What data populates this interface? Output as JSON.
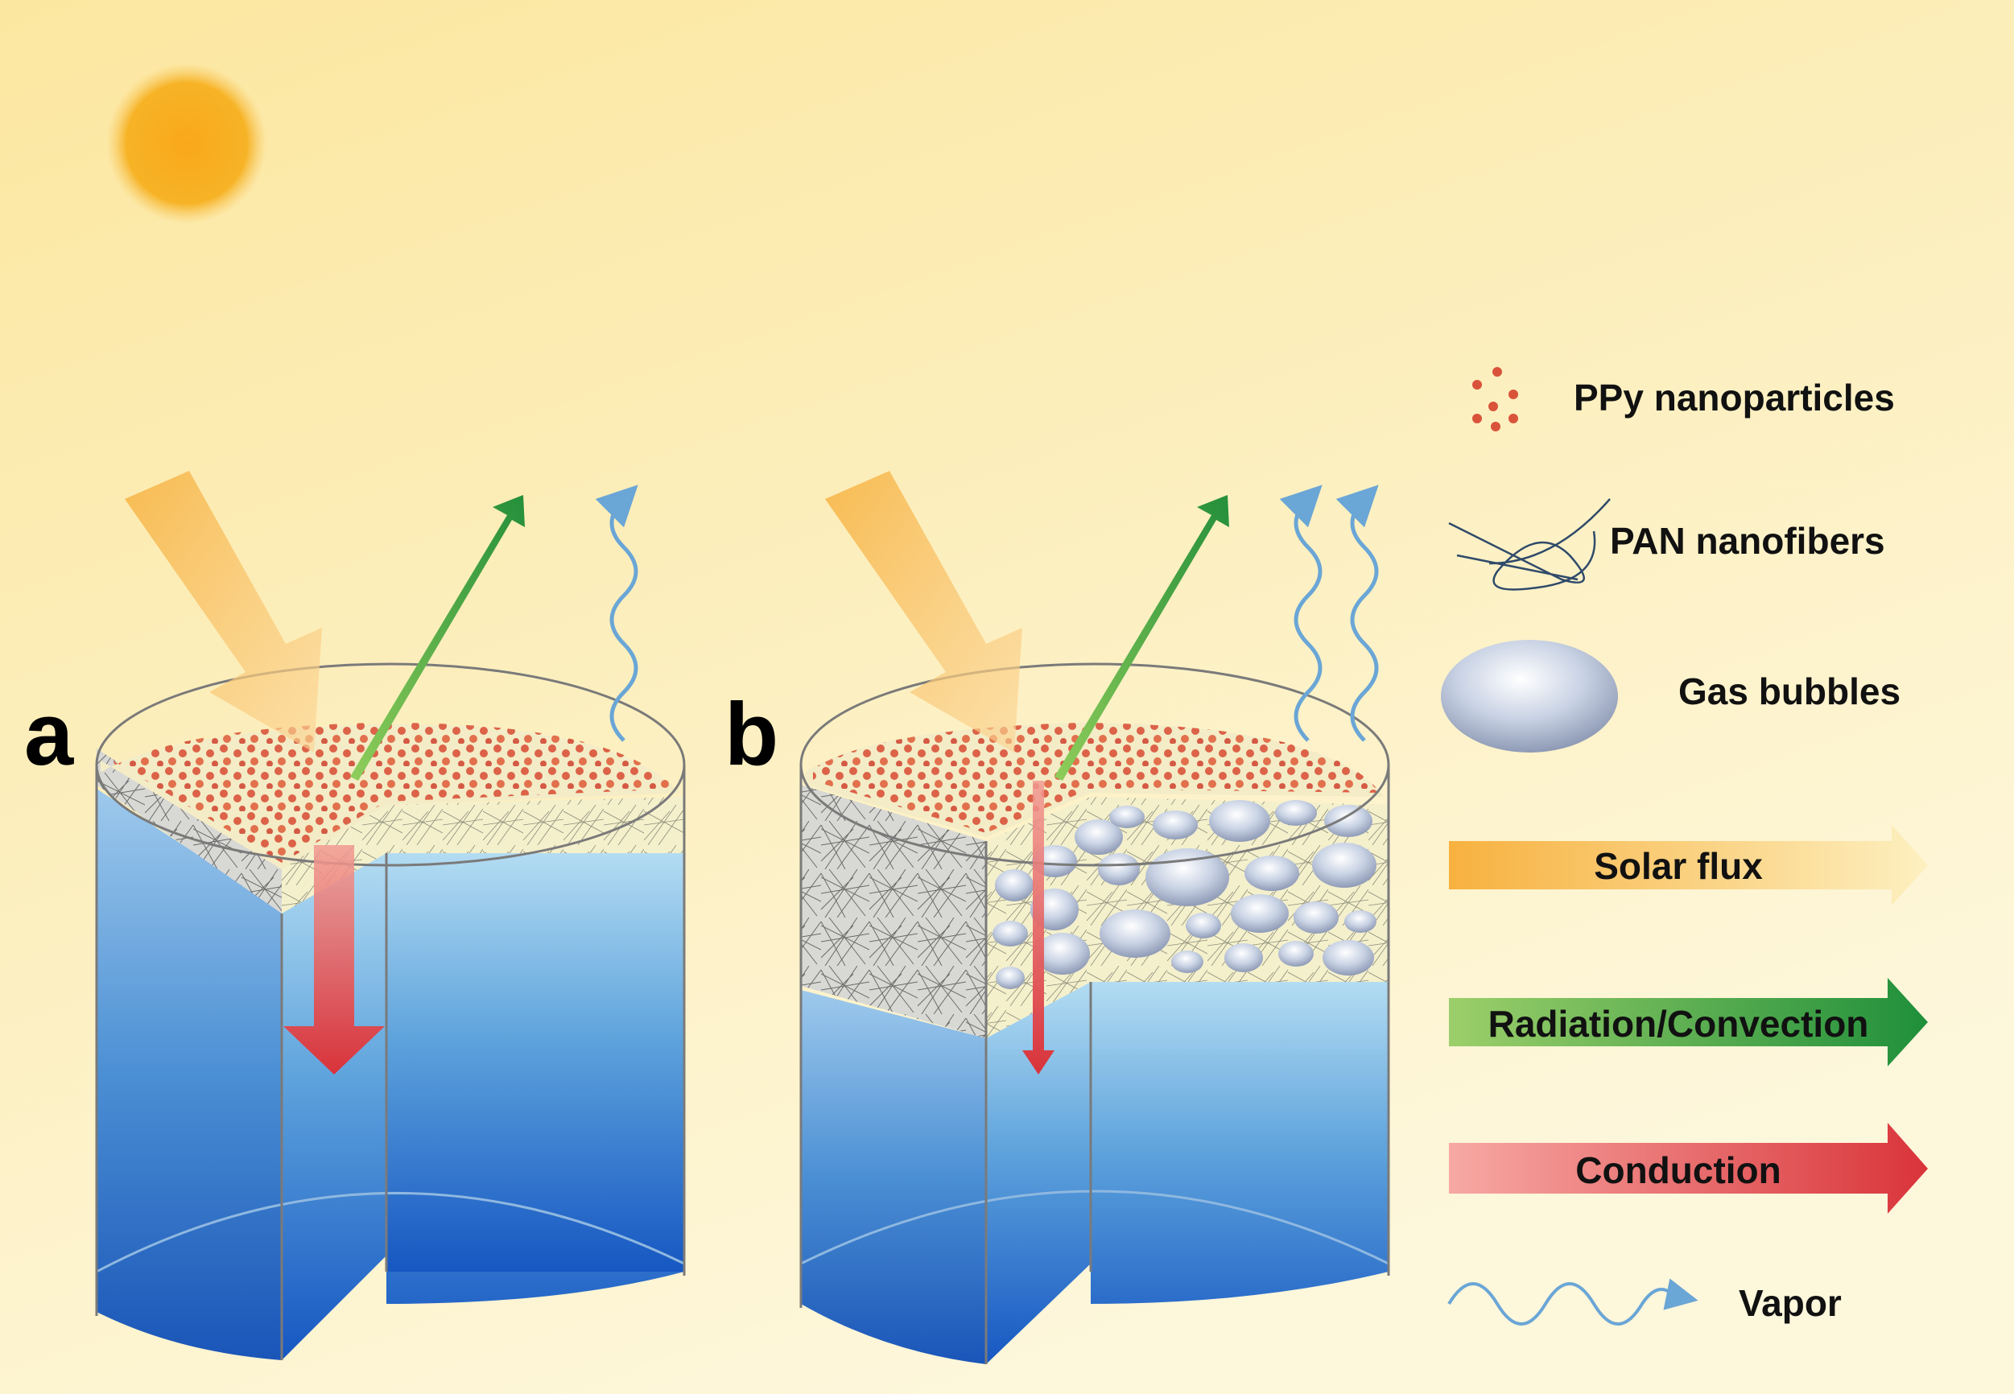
{
  "panels": {
    "a": "a",
    "b": "b"
  },
  "legend": {
    "ppy": "PPy nanoparticles",
    "pan": "PAN nanofibers",
    "bubbles": "Gas bubbles",
    "solar": "Solar flux",
    "radiation": "Radiation/Convection",
    "conduction": "Conduction",
    "vapor": "Vapor"
  },
  "icons": [
    "sun-icon",
    "ppy-dots-icon",
    "fiber-scribble-icon",
    "gas-bubble-icon",
    "vapor-wave-icon"
  ],
  "colors": {
    "background_top": "#fce9a6",
    "background_bottom": "#fdf6d8",
    "sun": "#f6a81c",
    "water_top": "#a8d6f0",
    "water_bottom": "#1a5cc4",
    "ppy": "#d9533a",
    "solar_arrow": "#f7b545",
    "radiation_arrow": "#3a9b3c",
    "conduction_arrow": "#d9363a",
    "vapor": "#6aa6d6"
  }
}
